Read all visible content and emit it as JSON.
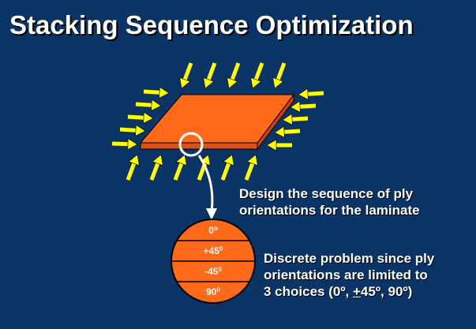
{
  "title": "Stacking Sequence Optimization",
  "caption_design": [
    "Design the sequence of ply",
    "orientations for the laminate"
  ],
  "caption_discrete": {
    "line1": "Discrete problem since ply",
    "line2": "orientations are limited to",
    "line3_before": "3 choices (0º, ",
    "line3_pm": "+",
    "line3_after": "45º, 90º)"
  },
  "plies": [
    {
      "value": "0",
      "unit": "o"
    },
    {
      "value": "+45",
      "unit": "0"
    },
    {
      "value": "-45",
      "unit": "0"
    },
    {
      "value": "90",
      "unit": "0"
    }
  ],
  "colors": {
    "background": "#0a3366",
    "plate": "#ff6a1a",
    "arrow": "#ffff00",
    "text": "#ffffff"
  }
}
